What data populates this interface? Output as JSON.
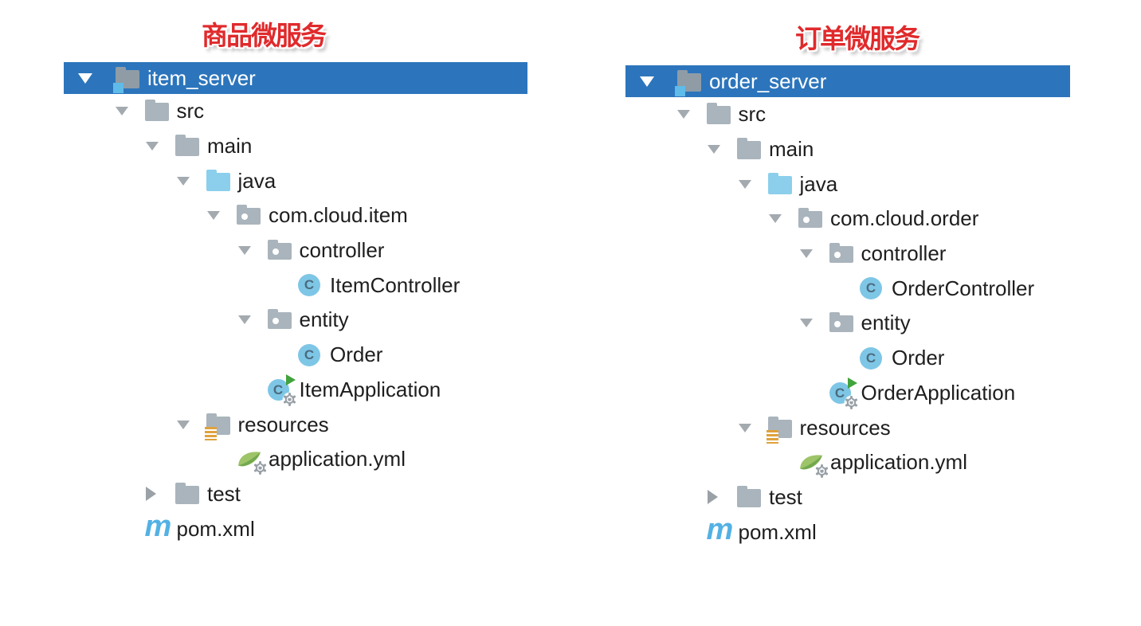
{
  "titles": {
    "left": "商品微服务",
    "right": "订单微服务"
  },
  "colors": {
    "header_bg": "#2c75bc",
    "title_red": "#e02a2c",
    "folder_gray": "#a9b4bc",
    "module_folder_gray": "#8f9ca6",
    "module_badge_blue": "#5fbbe9",
    "source_folder_blue": "#8bcfec",
    "class_circle_blue": "#7ec6e6",
    "class_letter": "C",
    "run_play_green": "#41a33d",
    "spring_leaf_green": "#9dc468",
    "spring_leaf_dark_green": "#72a84e",
    "maven_blue": "#53b1e4",
    "resources_badge_orange": "#dfa23c",
    "chevron_gray": "#a3aab0",
    "text": "#1e1e1e"
  },
  "left_tree": {
    "root": {
      "label": "item_server",
      "icon": "module-folder",
      "chevron": "expanded"
    },
    "rows": [
      {
        "label": "src",
        "depth": 1,
        "icon": "folder",
        "chevron": "expanded"
      },
      {
        "label": "main",
        "depth": 2,
        "icon": "folder",
        "chevron": "expanded"
      },
      {
        "label": "java",
        "depth": 3,
        "icon": "source-folder",
        "chevron": "expanded"
      },
      {
        "label": "com.cloud.item",
        "depth": 4,
        "icon": "package-folder",
        "chevron": "expanded"
      },
      {
        "label": "controller",
        "depth": 5,
        "icon": "package-folder",
        "chevron": "expanded"
      },
      {
        "label": "ItemController",
        "depth": 6,
        "icon": "class",
        "chevron": null
      },
      {
        "label": "entity",
        "depth": 5,
        "icon": "package-folder",
        "chevron": "expanded"
      },
      {
        "label": "Order",
        "depth": 6,
        "icon": "class",
        "chevron": null
      },
      {
        "label": "ItemApplication",
        "depth": 5,
        "icon": "class-run",
        "chevron": null
      },
      {
        "label": "resources",
        "depth": 3,
        "icon": "resources-folder",
        "chevron": "expanded"
      },
      {
        "label": "application.yml",
        "depth": 4,
        "icon": "spring-config",
        "chevron": null
      },
      {
        "label": "test",
        "depth": 2,
        "icon": "folder",
        "chevron": "collapsed"
      },
      {
        "label": "pom.xml",
        "depth": 1,
        "icon": "maven",
        "chevron": null
      }
    ]
  },
  "right_tree": {
    "root": {
      "label": "order_server",
      "icon": "module-folder",
      "chevron": "expanded"
    },
    "rows": [
      {
        "label": "src",
        "depth": 1,
        "icon": "folder",
        "chevron": "expanded"
      },
      {
        "label": "main",
        "depth": 2,
        "icon": "folder",
        "chevron": "expanded"
      },
      {
        "label": "java",
        "depth": 3,
        "icon": "source-folder",
        "chevron": "expanded"
      },
      {
        "label": "com.cloud.order",
        "depth": 4,
        "icon": "package-folder",
        "chevron": "expanded"
      },
      {
        "label": "controller",
        "depth": 5,
        "icon": "package-folder",
        "chevron": "expanded"
      },
      {
        "label": "OrderController",
        "depth": 6,
        "icon": "class",
        "chevron": null
      },
      {
        "label": "entity",
        "depth": 5,
        "icon": "package-folder",
        "chevron": "expanded"
      },
      {
        "label": "Order",
        "depth": 6,
        "icon": "class",
        "chevron": null
      },
      {
        "label": "OrderApplication",
        "depth": 5,
        "icon": "class-run",
        "chevron": null
      },
      {
        "label": "resources",
        "depth": 3,
        "icon": "resources-folder",
        "chevron": "expanded"
      },
      {
        "label": "application.yml",
        "depth": 4,
        "icon": "spring-config",
        "chevron": null
      },
      {
        "label": "test",
        "depth": 2,
        "icon": "folder",
        "chevron": "collapsed"
      },
      {
        "label": "pom.xml",
        "depth": 1,
        "icon": "maven",
        "chevron": null
      }
    ]
  }
}
